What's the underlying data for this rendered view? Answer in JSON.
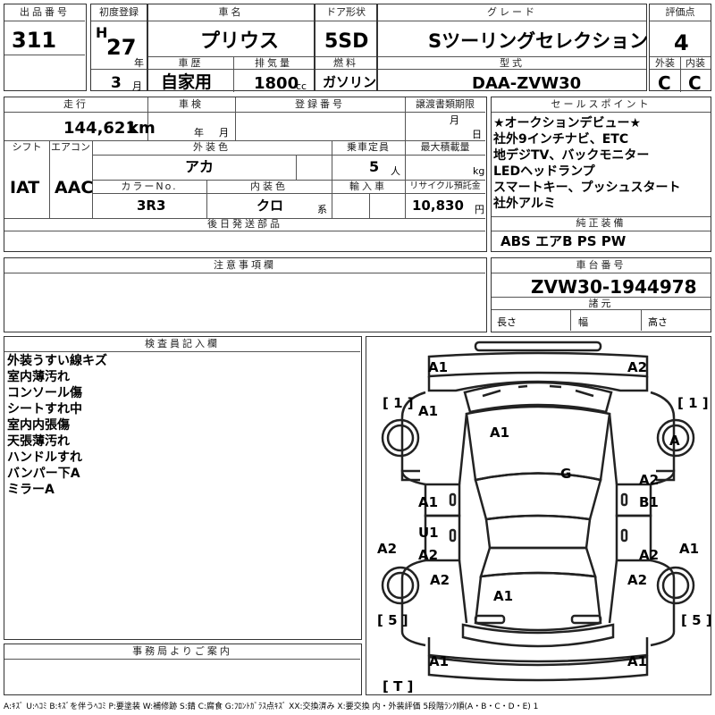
{
  "header": {
    "lot_label": "出品番号",
    "lot_no": "311",
    "first_reg_label": "初度登録",
    "era": "H",
    "year": "27",
    "year_unit": "年",
    "month": "3",
    "month_unit": "月",
    "name_label": "車名",
    "car_name": "プリウス",
    "door_label": "ドア形状",
    "door": "5SD",
    "grade_label": "グレード",
    "grade": "Sツーリングセレクション",
    "score_label": "評価点",
    "score": "4",
    "history_label": "車歴",
    "history": "自家用",
    "displacement_label": "排気量",
    "displacement": "1800",
    "displacement_unit": "cc",
    "fuel_label": "燃料",
    "fuel": "ガソリン",
    "model_label": "型式",
    "model": "DAA-ZVW30",
    "ext_label": "外装",
    "ext_grade": "C",
    "int_label": "内装",
    "int_grade": "C"
  },
  "row2": {
    "mileage_label": "走行",
    "mileage": "144,621",
    "mileage_unit": "km",
    "inspection_label": "車検",
    "year_unit": "年",
    "month_unit": "月",
    "plate_label": "登録番号",
    "transfer_label": "譲渡書類期限",
    "month_unit2": "月",
    "day_unit": "日",
    "shift_label": "シフト",
    "shift": "IAT",
    "ac_label": "エアコン",
    "ac": "AAC",
    "color_label": "外装色",
    "color": "アカ",
    "capacity_label": "乗車定員",
    "capacity": "5",
    "capacity_unit": "人",
    "load_label": "最大積載量",
    "load_unit": "kg",
    "color_no_label": "カラーNo.",
    "color_no": "3R3",
    "interior_color_label": "内装色",
    "interior_color": "クロ",
    "interior_unit": "系",
    "import_label": "輸入車",
    "recycle_label": "リサイクル預託金",
    "recycle": "10,830",
    "recycle_unit": "円",
    "later_parts_label": "後日発送部品"
  },
  "sales_points": {
    "label": "セールスポイント",
    "lines": [
      "★オークションデビュー★",
      "社外9インチナビ、ETC",
      "地デジTV、バックモニター",
      "LEDヘッドランプ",
      "スマートキー、プッシュスタート",
      "社外アルミ"
    ]
  },
  "equipment": {
    "label": "純正装備",
    "items": "ABS エアB PS PW"
  },
  "notes": {
    "label": "注意事項欄"
  },
  "chassis": {
    "label": "車台番号",
    "number": "ZVW30-1944978",
    "specs_label": "諸元",
    "length": "長さ",
    "width": "幅",
    "height": "高さ"
  },
  "inspector": {
    "label": "検査員記入欄",
    "lines": [
      "外装うすい線キズ",
      "室内薄汚れ",
      "コンソール傷",
      "シートすれ中",
      "室内内張傷",
      "天張薄汚れ",
      "ハンドルすれ",
      "バンパー下A",
      "ミラーA"
    ]
  },
  "office": {
    "label": "事務局よりご案内"
  },
  "diagram": {
    "tire_fl": "[ 1 ]",
    "tire_fr": "[ 1 ]",
    "tire_rl": "[ 5 ]",
    "tire_rr": "[ 5 ]",
    "spare": "[ T ]",
    "marks": {
      "front_bumper_left": "A1",
      "front_bumper_right": "A2",
      "hood_left": "A1",
      "hood_center": "A1",
      "windshield": "G",
      "front_wheel_right": "A",
      "right_fender_top": "A2",
      "right_fender_bottom": "B1",
      "left_front_door": "A1",
      "left_rear_door_top": "U1",
      "left_rear_door_bottom": "A2",
      "left_sill": "A2",
      "right_sill": "A1",
      "right_rear_door": "A2",
      "left_rear_quarter": "A2",
      "right_rear_quarter": "A2",
      "trunk": "A1",
      "rear_bumper_left": "A1",
      "rear_bumper_right": "A1"
    }
  },
  "legend": "A:ｷｽﾞ U:ﾍｺﾐ B:ｷｽﾞを伴うﾍｺﾐ P:要塗装 W:補修跡 S:錆 C:腐食 G:ﾌﾛﾝﾄｶﾞﾗｽ点ｷｽﾞ XX:交換済み X:要交換 内・外装評価 5段階ﾗﾝｸ順(A・B・C・D・E) 1"
}
